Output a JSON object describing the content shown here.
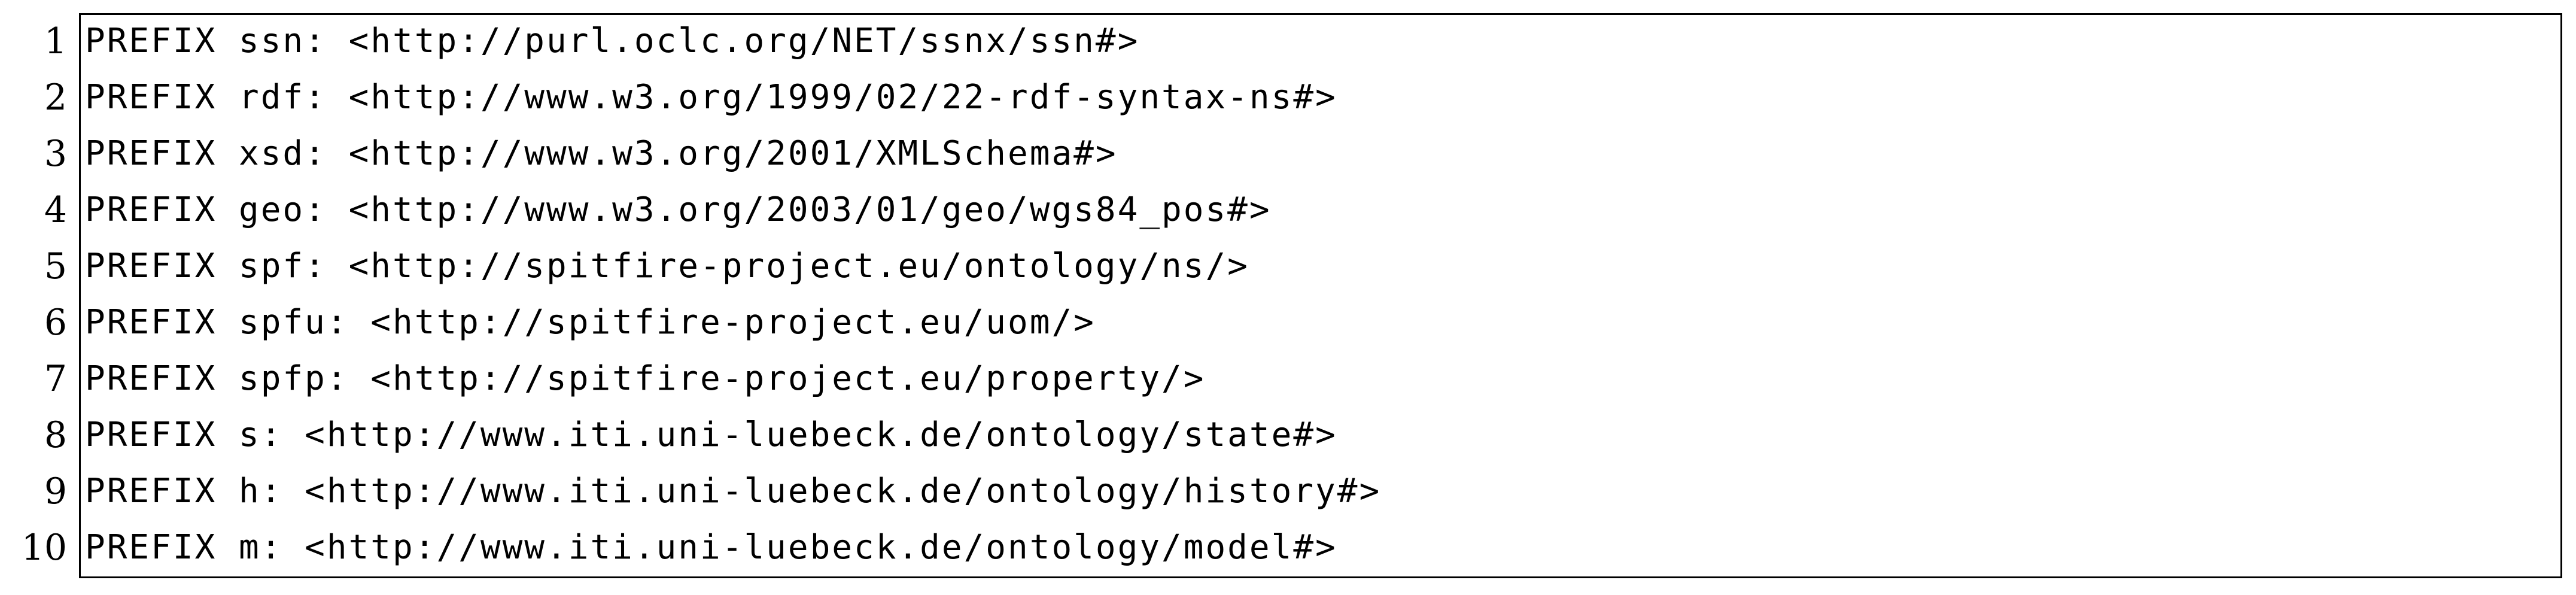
{
  "listing": {
    "lines": [
      {
        "number": "1",
        "text": "PREFIX ssn: <http://purl.oclc.org/NET/ssnx/ssn#>"
      },
      {
        "number": "2",
        "text": "PREFIX rdf: <http://www.w3.org/1999/02/22-rdf-syntax-ns#>"
      },
      {
        "number": "3",
        "text": "PREFIX xsd: <http://www.w3.org/2001/XMLSchema#>"
      },
      {
        "number": "4",
        "text": "PREFIX geo: <http://www.w3.org/2003/01/geo/wgs84_pos#>"
      },
      {
        "number": "5",
        "text": "PREFIX spf: <http://spitfire-project.eu/ontology/ns/>"
      },
      {
        "number": "6",
        "text": "PREFIX spfu: <http://spitfire-project.eu/uom/>"
      },
      {
        "number": "7",
        "text": "PREFIX spfp: <http://spitfire-project.eu/property/>"
      },
      {
        "number": "8",
        "text": "PREFIX s: <http://www.iti.uni-luebeck.de/ontology/state#>"
      },
      {
        "number": "9",
        "text": "PREFIX h: <http://www.iti.uni-luebeck.de/ontology/history#>"
      },
      {
        "number": "10",
        "text": "PREFIX m: <http://www.iti.uni-luebeck.de/ontology/model#>"
      }
    ]
  }
}
